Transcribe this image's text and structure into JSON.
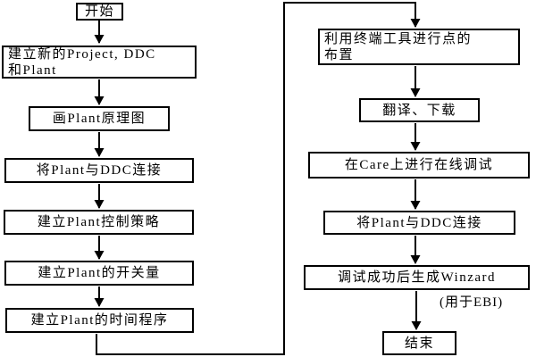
{
  "nodes": {
    "start": "开始",
    "left": [
      "建立新的Project, DDC\n和Plant",
      "画Plant原理图",
      "将Plant与DDC连接",
      "建立Plant控制策略",
      "建立Plant的开关量",
      "建立Plant的时间程序"
    ],
    "right": [
      "利用终端工具进行点的\n布置",
      "翻译、下载",
      "在Care上进行在线调试",
      "将Plant与DDC连接",
      "调试成功后生成Winzard",
      "结束"
    ],
    "annotation": "(用于EBI)"
  },
  "colors": {
    "line": "#000000",
    "text": "#000000",
    "background": "#ffffff"
  }
}
